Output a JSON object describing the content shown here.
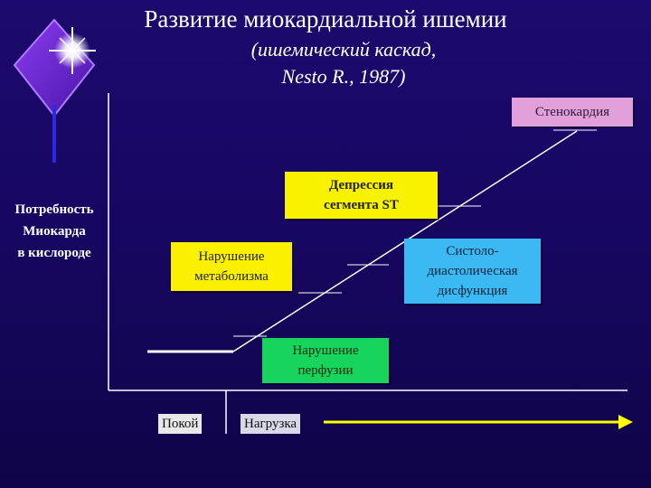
{
  "title": "Развитие миокардиальной ишемии",
  "subtitle_line1": "(ишемический каскад,",
  "subtitle_line2": "Nesto R., 1987)",
  "y_axis_label": [
    "Потребность",
    "Миокарда",
    "в кислороде"
  ],
  "boxes": {
    "stenocardia": "Стенокардия",
    "st_depression": [
      "Депрессия",
      "сегмента ST"
    ],
    "systolic_diastolic": [
      "Систоло-",
      "диастолическая",
      "дисфункция"
    ],
    "metabolism": [
      "Нарушение",
      "метаболизма"
    ],
    "perfusion": [
      "Нарушение",
      "перфузии"
    ]
  },
  "x_labels": {
    "rest": "Покой",
    "load": "Нагрузка"
  },
  "colors": {
    "background": "#1c0a6e",
    "stenocardia": "#e2a0da",
    "st_depression": "#f8f200",
    "systolic_diastolic": "#3ab9f2",
    "metabolism": "#faf000",
    "perfusion": "#17d45c",
    "arrow": "#ffff00"
  },
  "icons": {
    "logo": "star-diamond-icon",
    "x_arrow": "arrow-right-icon"
  }
}
